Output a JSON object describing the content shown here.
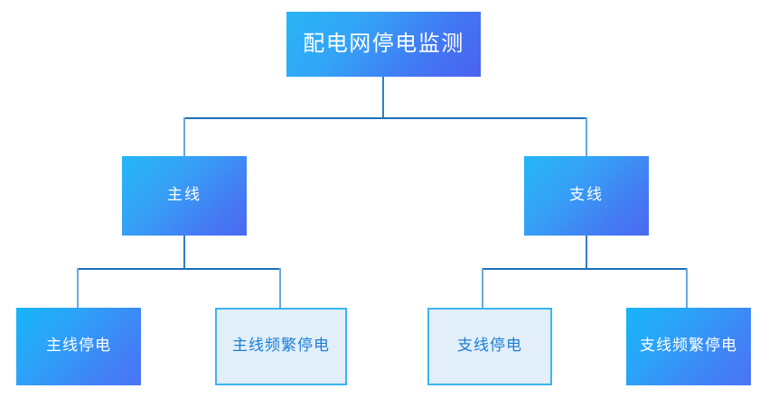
{
  "diagram": {
    "title": "配电网停电监测",
    "type": "tree-hierarchy",
    "background_color": "#ffffff",
    "colors": {
      "gradient_start": "#27b5f6",
      "gradient_end": "#4b62ef",
      "outlined_fill": "#e2eef9",
      "outlined_border": "#3bb4f5",
      "outlined_text": "#1a7fd4",
      "connector_horizontal": "#1d6fb8",
      "connector_vertical": "#68a8e0",
      "filled_text": "#ffffff"
    },
    "nodes": {
      "root": {
        "label": "配电网停电监测",
        "style": "filled-gradient",
        "level": 0
      },
      "branch_left": {
        "label": "主线",
        "style": "filled-gradient",
        "level": 1
      },
      "branch_right": {
        "label": "支线",
        "style": "filled-gradient",
        "level": 1
      },
      "leaf_1": {
        "label": "主线停电",
        "style": "filled-gradient",
        "level": 2
      },
      "leaf_2": {
        "label": "主线频繁停电",
        "style": "outlined-light",
        "level": 2
      },
      "leaf_3": {
        "label": "支线停电",
        "style": "outlined-light",
        "level": 2
      },
      "leaf_4": {
        "label": "支线频繁停电",
        "style": "filled-gradient",
        "level": 2
      }
    },
    "edges": [
      {
        "from": "root",
        "to": "branch_left"
      },
      {
        "from": "root",
        "to": "branch_right"
      },
      {
        "from": "branch_left",
        "to": "leaf_1"
      },
      {
        "from": "branch_left",
        "to": "leaf_2"
      },
      {
        "from": "branch_right",
        "to": "leaf_3"
      },
      {
        "from": "branch_right",
        "to": "leaf_4"
      }
    ]
  }
}
